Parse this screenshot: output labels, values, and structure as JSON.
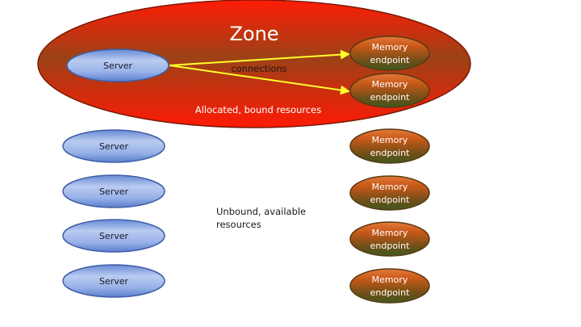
{
  "zone": {
    "title": "Zone",
    "caption": "Allocated, bound resources",
    "connections_label": "connections"
  },
  "bound_server": {
    "label": "Server"
  },
  "bound_memory": [
    {
      "line1": "Memory",
      "line2": "endpoint"
    },
    {
      "line1": "Memory",
      "line2": "endpoint"
    }
  ],
  "unbound_label": {
    "line1": "Unbound, available",
    "line2": "resources"
  },
  "unbound_servers": [
    {
      "label": "Server"
    },
    {
      "label": "Server"
    },
    {
      "label": "Server"
    },
    {
      "label": "Server"
    }
  ],
  "unbound_memory": [
    {
      "line1": "Memory",
      "line2": "endpoint"
    },
    {
      "line1": "Memory",
      "line2": "endpoint"
    },
    {
      "line1": "Memory",
      "line2": "endpoint"
    },
    {
      "line1": "Memory",
      "line2": "endpoint"
    }
  ],
  "colors": {
    "zone_red": "#ff1a05",
    "zone_brown": "#9a4014",
    "server_light": "#b7c9ef",
    "server_dark": "#6d8fd8",
    "memory_orange": "#c8591a",
    "memory_olive": "#4f5a1f",
    "arrow": "#ffff2e"
  }
}
